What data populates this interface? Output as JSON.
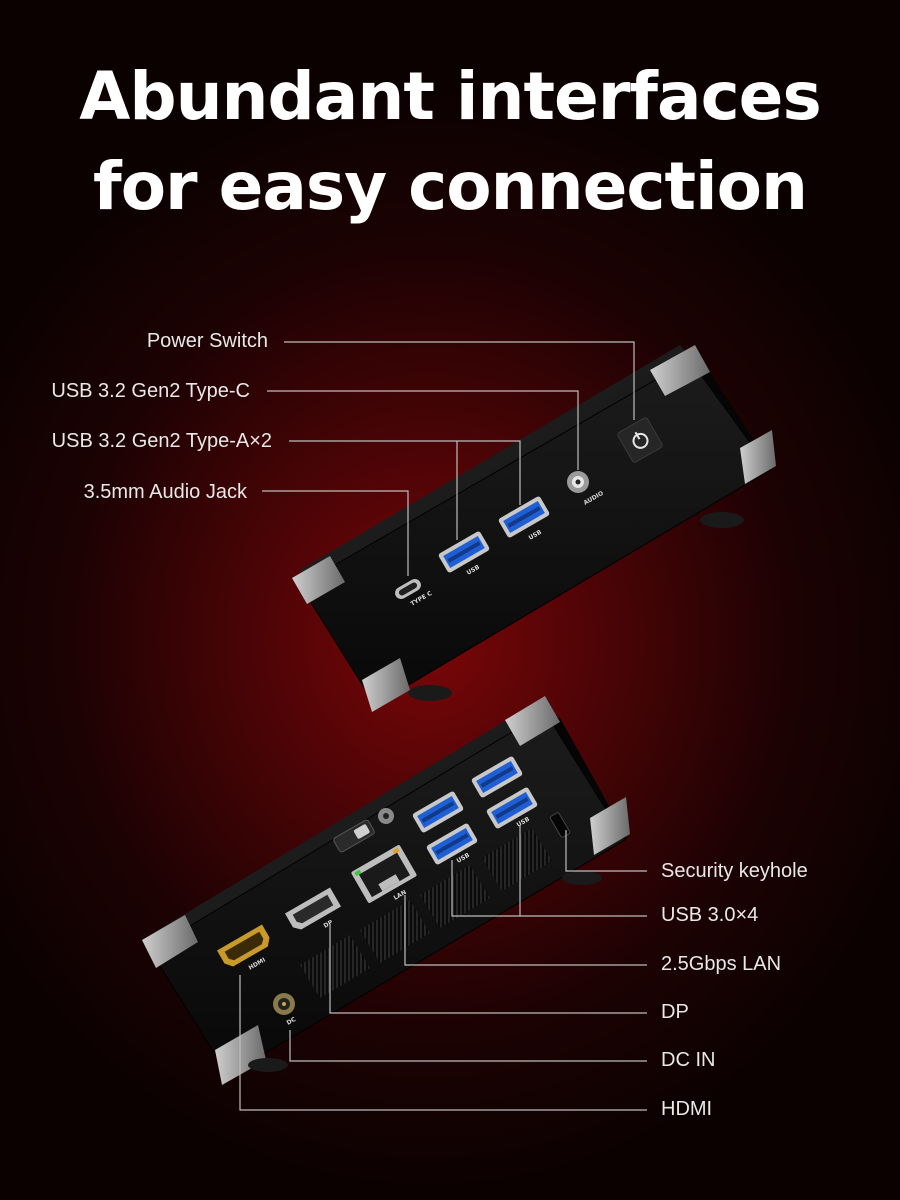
{
  "headline": {
    "line1": "Abundant interfaces",
    "line2": "for easy connection"
  },
  "top_callouts": [
    {
      "label": "Power Switch"
    },
    {
      "label": "USB 3.2 Gen2 Type-C"
    },
    {
      "label": "USB 3.2 Gen2 Type-A×2"
    },
    {
      "label": "3.5mm Audio Jack"
    }
  ],
  "bottom_callouts": [
    {
      "label": "Security keyhole"
    },
    {
      "label": "USB 3.0×4"
    },
    {
      "label": "2.5Gbps LAN"
    },
    {
      "label": "DP"
    },
    {
      "label": "DC IN"
    },
    {
      "label": "HDMI"
    }
  ],
  "port_markings": {
    "type_c": "TYPE C",
    "usb": "USB",
    "audio": "AUDIO",
    "hdmi": "HDMI",
    "dp": "DP",
    "lan": "LAN",
    "dc": "DC"
  },
  "colors": {
    "background_glow": "#7a0608",
    "chassis": "#111111",
    "usb_blue": "#1f5fd6",
    "hdmi_gold": "#c89a2a",
    "callout_line": "#bdbdbd"
  }
}
